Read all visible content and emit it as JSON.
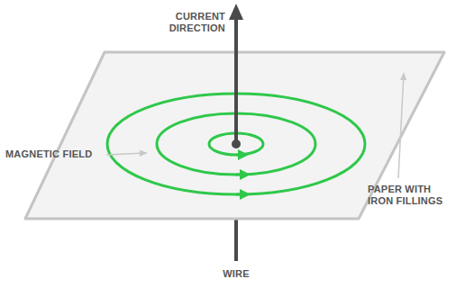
{
  "diagram": {
    "labels": [
      "CURRENT DIRECTION",
      "MAGNETIC FIELD",
      "PAPER WITH IRON FILLINGS",
      "WIRE"
    ]
  }
}
